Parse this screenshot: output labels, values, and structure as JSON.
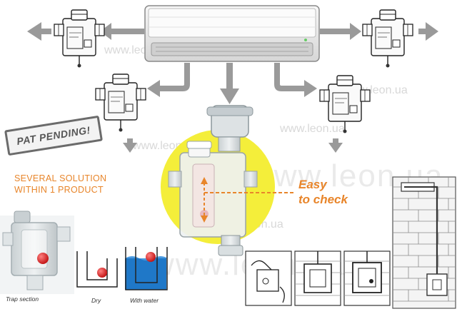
{
  "badge": {
    "text": "PAT PENDING!"
  },
  "headline": {
    "line1": "SEVERAL SOLUTION",
    "line2": "WITHIN 1 PRODUCT"
  },
  "callout": {
    "line1": "Easy",
    "line2": "to check"
  },
  "captions": {
    "trap": "Trap section",
    "dry": "Dry",
    "water": "With water"
  },
  "watermark": {
    "small": "www.leon.ua",
    "large": "www.leon.ua"
  },
  "colors": {
    "accent": "#e8852a",
    "highlight": "#f4ee3a",
    "arrow": "#9a9a9a",
    "water": "#1f78c8",
    "ball": "#e0242a"
  },
  "icons": [
    "air-conditioner-icon",
    "trap-fitting-icon",
    "arrow-icon",
    "brick-wall-icon",
    "installation-step-icon"
  ]
}
